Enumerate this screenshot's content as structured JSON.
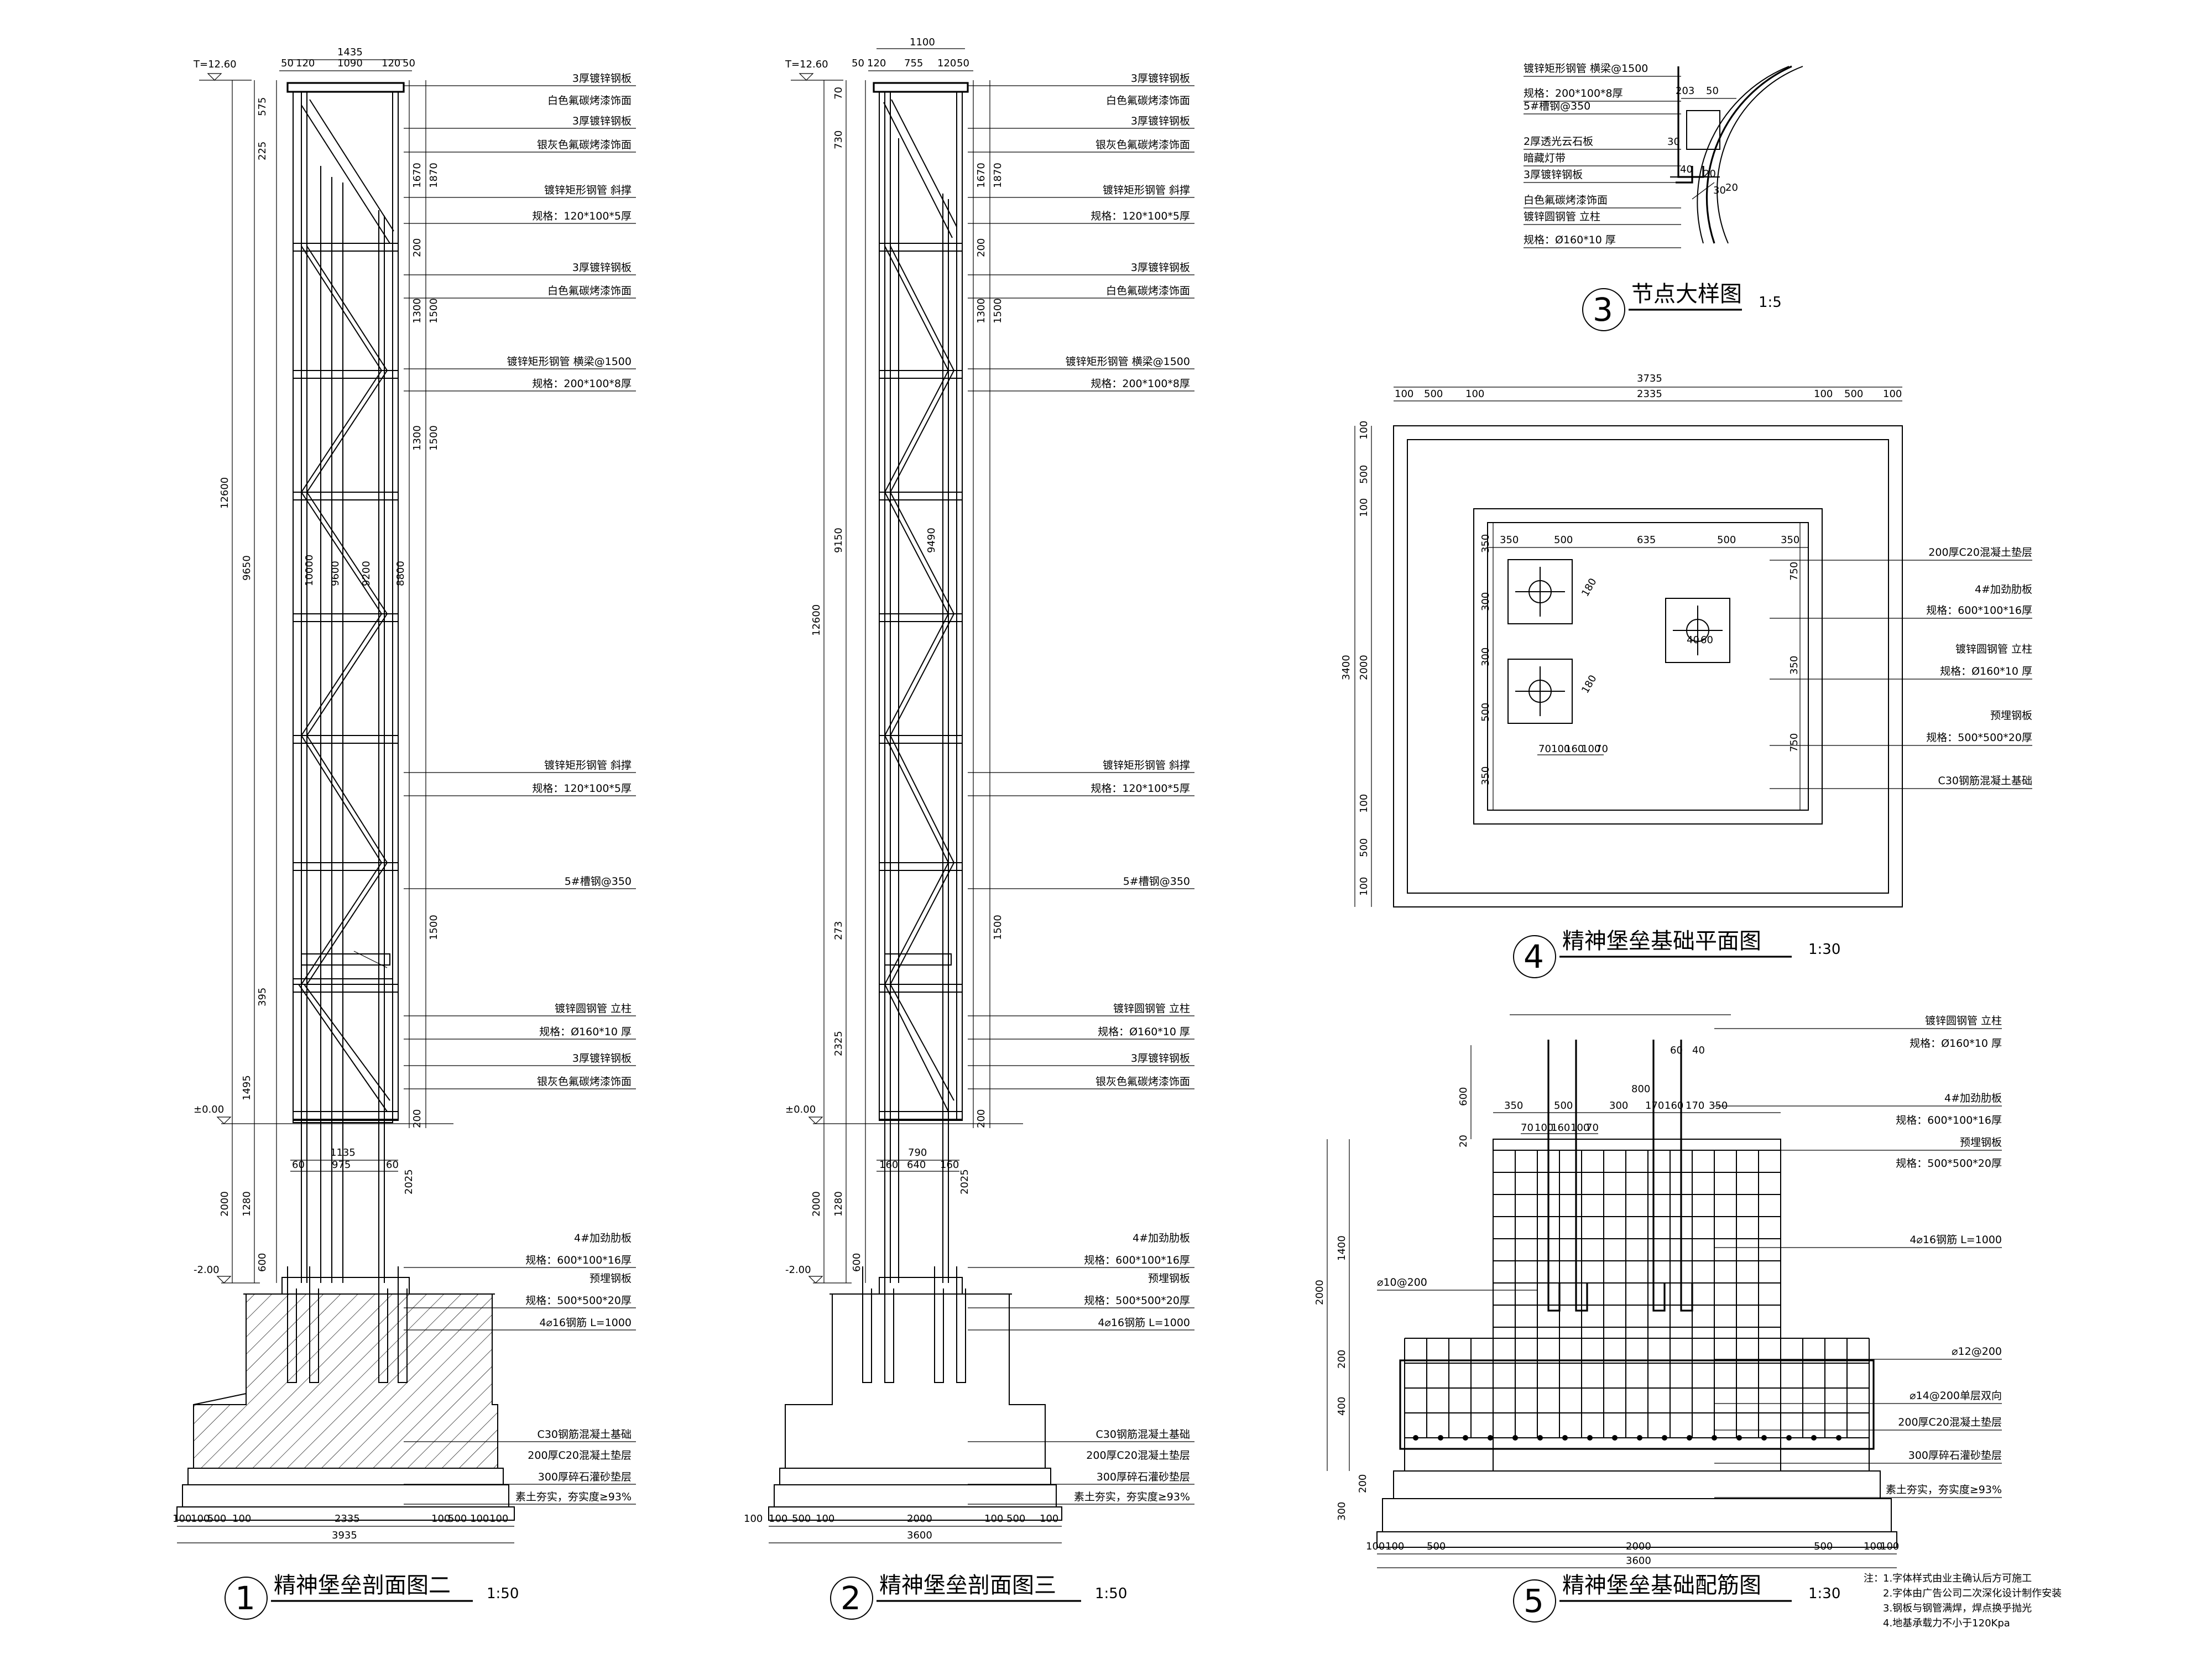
{
  "views": [
    {
      "id": "v1",
      "number": "1",
      "title": "精神堡垒剖面图二",
      "scale": "1:50",
      "labels": [
        "3厚镀锌钢板",
        "白色氟碳烤漆饰面",
        "3厚镀锌钢板",
        "银灰色氟碳烤漆饰面",
        "镀锌矩形钢管 斜撑",
        "规格：120*100*5厚",
        "3厚镀锌钢板",
        "白色氟碳烤漆饰面",
        "镀锌矩形钢管 横梁@1500",
        "规格：200*100*8厚",
        "镀锌矩形钢管 斜撑",
        "规格：120*100*5厚",
        "5#槽钢@350",
        "镀锌圆钢管 立柱",
        "规格：Ø160*10 厚",
        "3厚镀锌钢板",
        "银灰色氟碳烤漆饰面",
        "4#加劲肋板",
        "规格：600*100*16厚",
        "预埋钢板",
        "规格：500*500*20厚",
        "4⌀16钢筋 L=1000",
        "C30钢筋混凝土基础",
        "200厚C20混凝土垫层",
        "300厚碎石灌砂垫层",
        "素土夯实，夯实度≥93%"
      ],
      "elevations": [
        "T=12.60",
        "±0.00",
        "-2.00"
      ],
      "top_dims": [
        "1435",
        "50",
        "120",
        "1090",
        "120",
        "50"
      ],
      "base_dims": [
        "1135",
        "60",
        "975",
        "60",
        "2025"
      ],
      "bottom_dims": [
        "100",
        "100",
        "500",
        "100",
        "2335",
        "100",
        "500",
        "100",
        "100",
        "3935"
      ],
      "left_dims": [
        "12600",
        "9650",
        "1495",
        "2000",
        "225",
        "575",
        "395",
        "1280",
        "600"
      ],
      "right_dims": [
        "1670",
        "1870",
        "200",
        "1300",
        "1500",
        "1300",
        "1500",
        "10000",
        "9600",
        "9200",
        "8800",
        "200",
        "1500"
      ]
    },
    {
      "id": "v2",
      "number": "2",
      "title": "精神堡垒剖面图三",
      "scale": "1:50",
      "labels": [
        "3厚镀锌钢板",
        "白色氟碳烤漆饰面",
        "3厚镀锌钢板",
        "银灰色氟碳烤漆饰面",
        "镀锌矩形钢管 斜撑",
        "规格：120*100*5厚",
        "3厚镀锌钢板",
        "白色氟碳烤漆饰面",
        "镀锌矩形钢管 横梁@1500",
        "规格：200*100*8厚",
        "镀锌矩形钢管 斜撑",
        "规格：120*100*5厚",
        "5#槽钢@350",
        "镀锌圆钢管 立柱",
        "规格：Ø160*10 厚",
        "3厚镀锌钢板",
        "银灰色氟碳烤漆饰面",
        "4#加劲肋板",
        "规格：600*100*16厚",
        "预埋钢板",
        "规格：500*500*20厚",
        "4⌀16钢筋 L=1000",
        "C30钢筋混凝土基础",
        "200厚C20混凝土垫层",
        "300厚碎石灌砂垫层",
        "素土夯实，夯实度≥93%"
      ],
      "elevations": [
        "T=12.60",
        "±0.00",
        "-2.00"
      ],
      "top_dims": [
        "1100",
        "50",
        "120",
        "755",
        "120",
        "50"
      ],
      "base_dims": [
        "790",
        "160",
        "640",
        "160",
        "2025"
      ],
      "bottom_dims": [
        "100",
        "100",
        "500",
        "100",
        "2000",
        "100",
        "500",
        "100",
        "3600"
      ],
      "left_dims": [
        "12600",
        "9150",
        "2325",
        "2000",
        "70",
        "730",
        "273",
        "1280",
        "600"
      ],
      "right_dims": [
        "1670",
        "1870",
        "200",
        "1300",
        "1500",
        "9490",
        "200",
        "1500"
      ]
    }
  ],
  "view3": {
    "number": "3",
    "title": "节点大样图",
    "scale": "1:5",
    "labels": [
      "镀锌矩形钢管 横梁@1500",
      "规格：200*100*8厚",
      "5#槽钢@350",
      "2厚透光云石板",
      "暗藏灯带",
      "3厚镀锌钢板",
      "白色氟碳烤漆饰面",
      "镀锌圆钢管 立柱",
      "规格：Ø160*10 厚"
    ],
    "dims": [
      "203",
      "50",
      "30",
      "40",
      "20",
      "30",
      "20"
    ]
  },
  "view4": {
    "number": "4",
    "title": "精神堡垒基础平面图",
    "scale": "1:30",
    "labels": [
      "200厚C20混凝土垫层",
      "4#加劲肋板",
      "规格：600*100*16厚",
      "镀锌圆钢管 立柱",
      "规格：Ø160*10 厚",
      "预埋钢板",
      "规格：500*500*20厚",
      "C30钢筋混凝土基础"
    ],
    "top_dims": [
      "3735",
      "100",
      "500",
      "100",
      "2335",
      "100",
      "500",
      "100"
    ],
    "inner_dims": [
      "350",
      "500",
      "635",
      "500",
      "350"
    ],
    "side_dims": [
      "3400",
      "2000",
      "100",
      "500",
      "100",
      "100",
      "500",
      "100"
    ],
    "inner_side_dims": [
      "350",
      "300",
      "300",
      "500",
      "350",
      "750",
      "350",
      "750"
    ],
    "misc_dims": [
      "180",
      "180",
      "40",
      "60",
      "70",
      "100",
      "160",
      "100",
      "70"
    ]
  },
  "view5": {
    "number": "5",
    "title": "精神堡垒基础配筋图",
    "scale": "1:30",
    "labels": [
      "镀锌圆钢管 立柱",
      "规格：Ø160*10 厚",
      "4#加劲肋板",
      "规格：600*100*16厚",
      "预埋钢板",
      "规格：500*500*20厚",
      "4⌀16钢筋 L=1000",
      "⌀10@200",
      "⌀12@200",
      "⌀14@200单层双向",
      "200厚C20混凝土垫层",
      "300厚碎石灌砂垫层",
      "素土夯实，夯实度≥93%"
    ],
    "top_dims": [
      "60",
      "40",
      "350",
      "500",
      "800",
      "300",
      "170",
      "160",
      "170",
      "350",
      "70",
      "100",
      "160",
      "100",
      "70"
    ],
    "left_dims": [
      "2000",
      "1400",
      "200",
      "400",
      "300",
      "200",
      "600",
      "20"
    ],
    "bottom_dims": [
      "100",
      "100",
      "500",
      "2000",
      "500",
      "100",
      "100",
      "3600"
    ]
  },
  "notes": {
    "heading": "注：",
    "items": [
      "1.字体样式由业主确认后方可施工",
      "2.字体由广告公司二次深化设计制作安装",
      "3.钢板与钢管满焊，焊点换乎抛光",
      "4.地基承载力不小于120Kpa"
    ]
  }
}
